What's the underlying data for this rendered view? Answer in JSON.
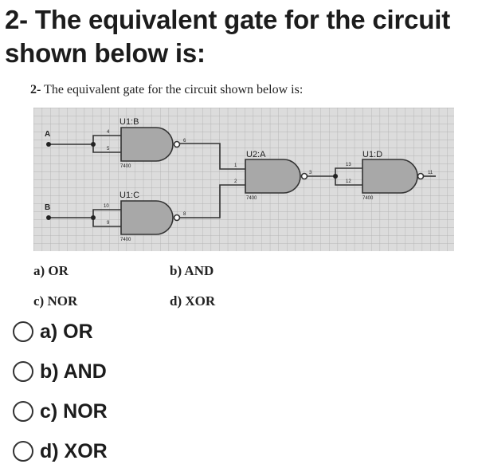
{
  "question": {
    "title": "2- The equivalent gate for the circuit shown below is:",
    "title_line1": "2- The equivalent gate for the circuit",
    "title_line2": "shown below is:"
  },
  "embedded_image": {
    "subtitle_number": "2-",
    "subtitle_text": " The equivalent gate for the circuit shown below is:",
    "circuit": {
      "inputs": [
        {
          "label": "A"
        },
        {
          "label": "B"
        }
      ],
      "gates": [
        {
          "id": "U1:B",
          "type": "NAND",
          "part": "7400",
          "input_pins": [
            "4",
            "5"
          ],
          "output_pin": "6"
        },
        {
          "id": "U1:C",
          "type": "NAND",
          "part": "7400",
          "input_pins": [
            "10",
            "9"
          ],
          "output_pin": "8"
        },
        {
          "id": "U2:A",
          "type": "NAND",
          "part": "7400",
          "input_pins": [
            "1",
            "2"
          ],
          "output_pin": "3"
        },
        {
          "id": "U1:D",
          "type": "NAND",
          "part": "7400",
          "input_pins": [
            "13",
            "12"
          ],
          "output_pin": "11"
        }
      ],
      "colors": {
        "grid_background": "#dcdcdc",
        "grid_line": "#b4b4b4",
        "gate_fill": "#a8a8a8",
        "wire": "#333333"
      }
    },
    "options": [
      {
        "label": "a) OR"
      },
      {
        "label": "b) AND"
      },
      {
        "label": "c) NOR"
      },
      {
        "label": "d) XOR"
      }
    ]
  },
  "answers": [
    {
      "label": "a) OR",
      "selected": false
    },
    {
      "label": "b) AND",
      "selected": false
    },
    {
      "label": "c) NOR",
      "selected": false
    },
    {
      "label": "d) XOR",
      "selected": false
    }
  ]
}
